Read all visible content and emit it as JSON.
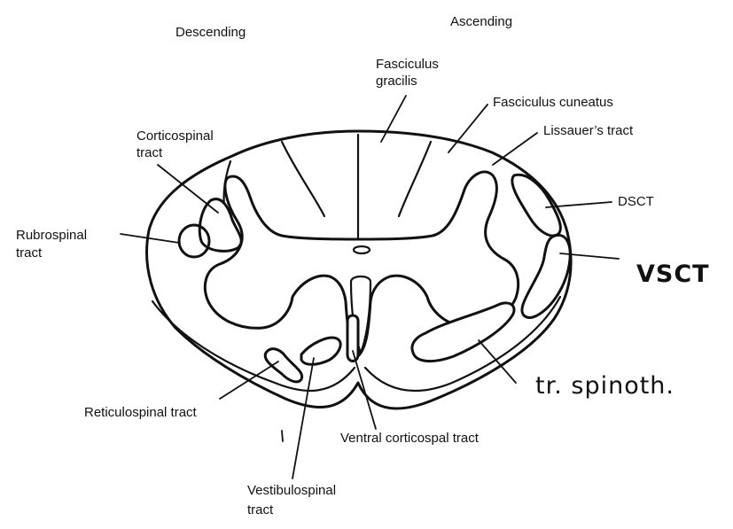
{
  "headings": {
    "descending": "Descending",
    "ascending": "Ascending"
  },
  "labels": {
    "fasciculus_gracilis": [
      "Fasciculus",
      "gracilis"
    ],
    "fasciculus_cuneatus": "Fasciculus cuneatus",
    "lissauers_tract": "Lissauer’s tract",
    "dsct": "DSCT",
    "vsct": "VSCT",
    "corticospinal": [
      "Corticospinal",
      "tract"
    ],
    "rubrospinal": [
      "Rubrospinal",
      "tract"
    ],
    "reticulospinal": "Reticulospinal tract",
    "vestibulospinal": [
      "Vestibulospinal",
      "tract"
    ],
    "ventral_corticospinal": "Ventral corticospal tract",
    "spinothalamic": "tr. spinoth."
  }
}
